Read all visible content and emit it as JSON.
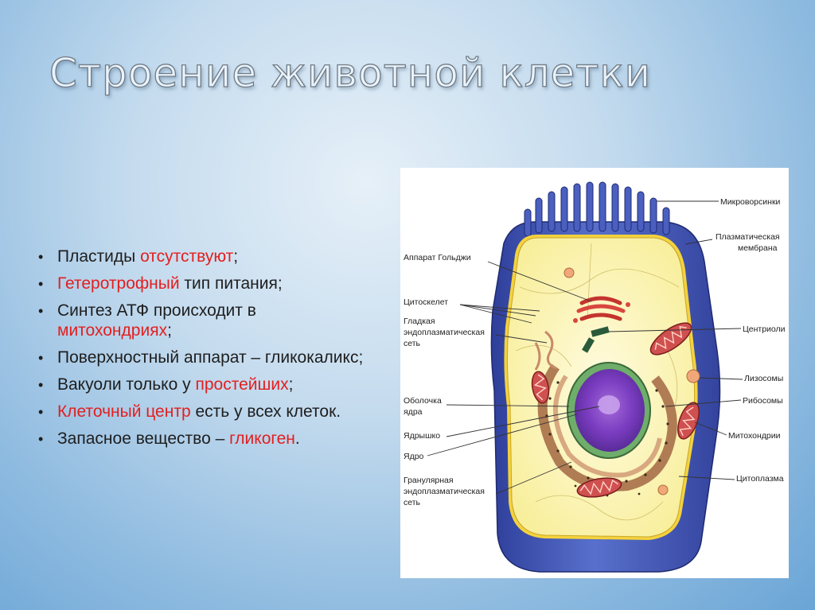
{
  "slide": {
    "title": "Строение животной клетки",
    "bullets": [
      {
        "parts": [
          {
            "text": "Пластиды ",
            "red": false
          },
          {
            "text": "отсутствуют",
            "red": true
          },
          {
            "text": ";",
            "red": false
          }
        ]
      },
      {
        "parts": [
          {
            "text": "Гетеротрофный",
            "red": true
          },
          {
            "text": " тип питания;",
            "red": false
          }
        ]
      },
      {
        "parts": [
          {
            "text": "Синтез АТФ происходит в ",
            "red": false
          },
          {
            "text": "митохондриях",
            "red": true
          },
          {
            "text": ";",
            "red": false
          }
        ]
      },
      {
        "parts": [
          {
            "text": "Поверхностный аппарат – гликокаликс;",
            "red": false
          }
        ]
      },
      {
        "parts": [
          {
            "text": "Вакуоли только у ",
            "red": false
          },
          {
            "text": "простейших",
            "red": true
          },
          {
            "text": ";",
            "red": false
          }
        ]
      },
      {
        "parts": [
          {
            "text": "Клеточный центр",
            "red": true
          },
          {
            "text": " есть у всех клеток.",
            "red": false
          }
        ]
      },
      {
        "parts": [
          {
            "text": "Запасное вещество – ",
            "red": false
          },
          {
            "text": "гликоген",
            "red": true
          },
          {
            "text": ".",
            "red": false
          }
        ]
      }
    ],
    "colors": {
      "highlight": "#e31f1f",
      "text": "#1e1e1e",
      "title_fill": "#eaf3fb",
      "title_outline": "#6f7b86"
    }
  },
  "diagram": {
    "labels": {
      "microvilli": "Микроворсинки",
      "plasma_membrane_1": "Плазматическая",
      "plasma_membrane_2": "мембрана",
      "golgi": "Аппарат Гольджи",
      "cytoskeleton": "Цитоскелет",
      "smooth_er_1": "Гладкая",
      "smooth_er_2": "эндоплазматическая",
      "smooth_er_3": "сеть",
      "centrioles": "Центриоли",
      "lysosomes": "Лизосомы",
      "ribosomes": "Рибосомы",
      "nuclear_envelope_1": "Оболочка",
      "nuclear_envelope_2": "ядра",
      "nucleolus": "Ядрышко",
      "nucleus": "Ядро",
      "mitochondria": "Митохондрии",
      "rough_er_1": "Гранулярная",
      "rough_er_2": "эндоплазматическая",
      "rough_er_3": "сеть",
      "cytoplasm": "Цитоплазма"
    }
  }
}
